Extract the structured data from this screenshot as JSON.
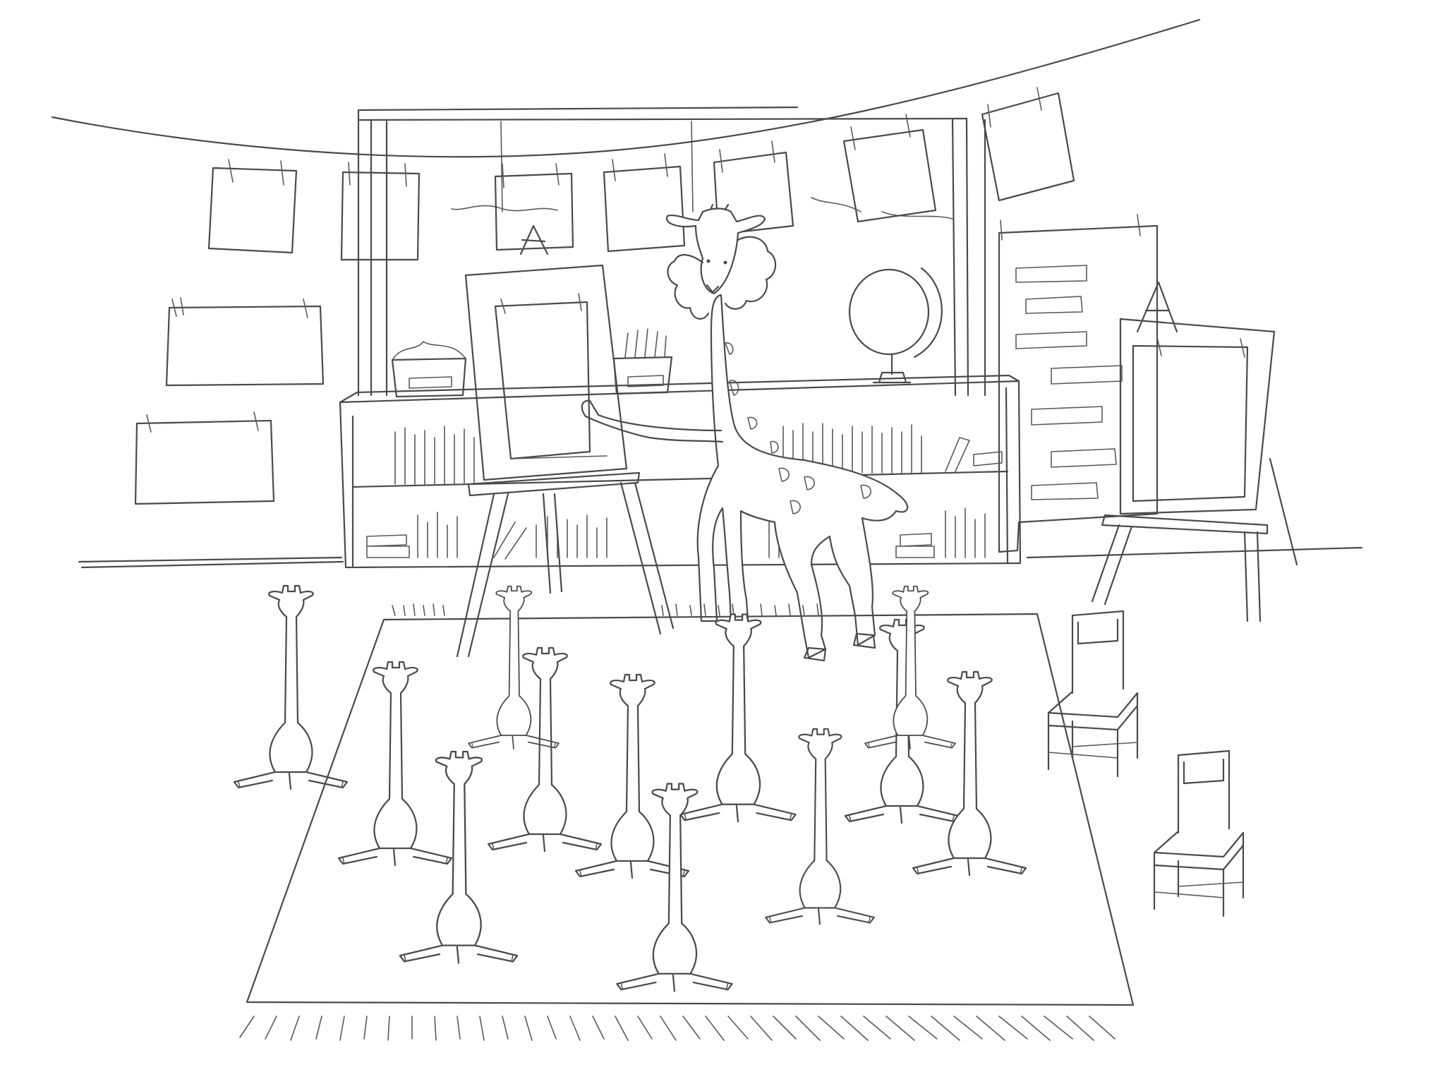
{
  "scene": {
    "style": "pencil-sketch",
    "ink_color": "#4a4a4a",
    "paper_color": "#ffffff",
    "giraffe_students_count": 12,
    "chairs_count": 2,
    "easels_count": 3
  }
}
